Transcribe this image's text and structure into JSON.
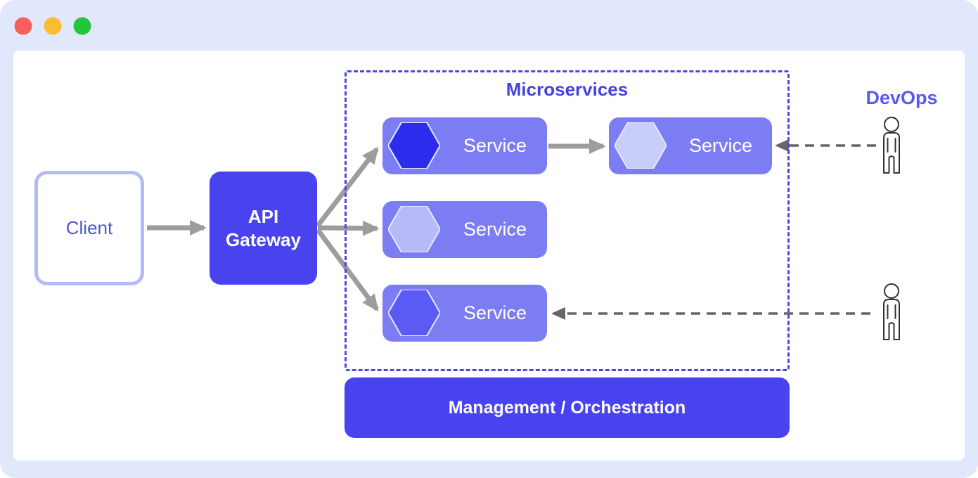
{
  "window": {
    "controls": {
      "close_color": "#f7605b",
      "minimize_color": "#fbbd2f",
      "maximize_color": "#24c53a"
    }
  },
  "colors": {
    "window_background": "#e2e8fc",
    "canvas_background": "#ffffff",
    "primary_blue": "#4843ee",
    "service_purple": "#7d7df3",
    "dashed_box_blue": "#4a48e4",
    "microservices_title_blue": "#4542e2",
    "client_border": "#b5bbf7",
    "client_text": "#4e57cd",
    "devops_text": "#5b5af0",
    "solid_arrow_gray": "#9d9d9d",
    "dashed_arrow_gray": "#666666",
    "hexagon_border": "#e7eafc",
    "person_outline": "#333333"
  },
  "diagram": {
    "client": {
      "label": "Client"
    },
    "api_gateway": {
      "label": "API Gateway"
    },
    "microservices": {
      "title": "Microservices",
      "services": [
        {
          "label": "Service",
          "hex_color": "#2e2cec"
        },
        {
          "label": "Service",
          "hex_color": "#c9cdf9"
        },
        {
          "label": "Service",
          "hex_color": "#b6baf7"
        },
        {
          "label": "Service",
          "hex_color": "#5a5af5"
        }
      ]
    },
    "management": {
      "label": "Management / Orchestration"
    },
    "devops": {
      "label": "DevOps"
    }
  }
}
